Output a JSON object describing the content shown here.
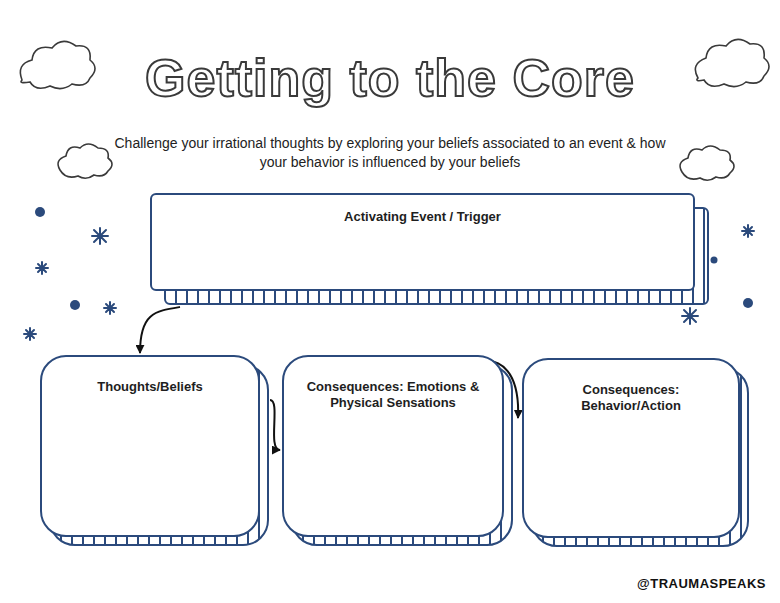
{
  "diagram": {
    "title": "Getting to the Core",
    "caption": "Challenge your irrational thoughts by exploring your beliefs associated to an event & how your behavior is influenced by your beliefs",
    "nodes": [
      {
        "text": [
          "Activating Event / Trigger"
        ]
      },
      {
        "text": [
          "Thoughts/Beliefs"
        ]
      },
      {
        "text": [
          "Consequences: Emotions & Physical Sensations"
        ]
      },
      {
        "text": [
          "Consequences: Behavior/Action"
        ]
      }
    ],
    "edges": [
      {
        "from": 0,
        "to": 1,
        "arrow": "to"
      },
      {
        "from": 1,
        "to": 2,
        "arrow": "to"
      },
      {
        "from": 2,
        "to": 3,
        "arrow": "to"
      }
    ],
    "labels": [
      "@TRAUMASPEAKS"
    ]
  }
}
